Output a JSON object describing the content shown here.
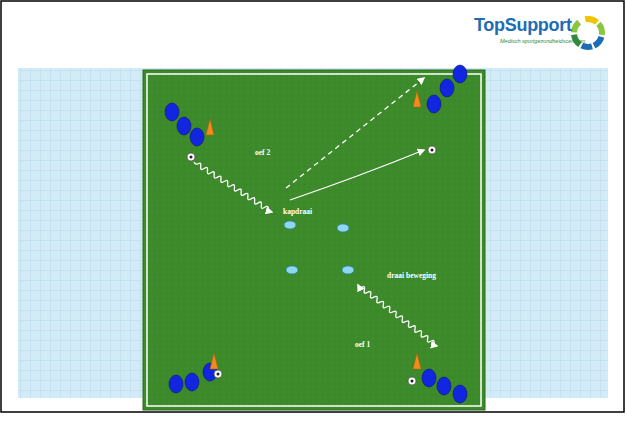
{
  "diagram": {
    "labels": [
      "TopSupport",
      "Medisch sportgezondheidscentrum",
      "oef 2",
      "kapdraai",
      "draai beweging",
      "oef 1"
    ]
  }
}
